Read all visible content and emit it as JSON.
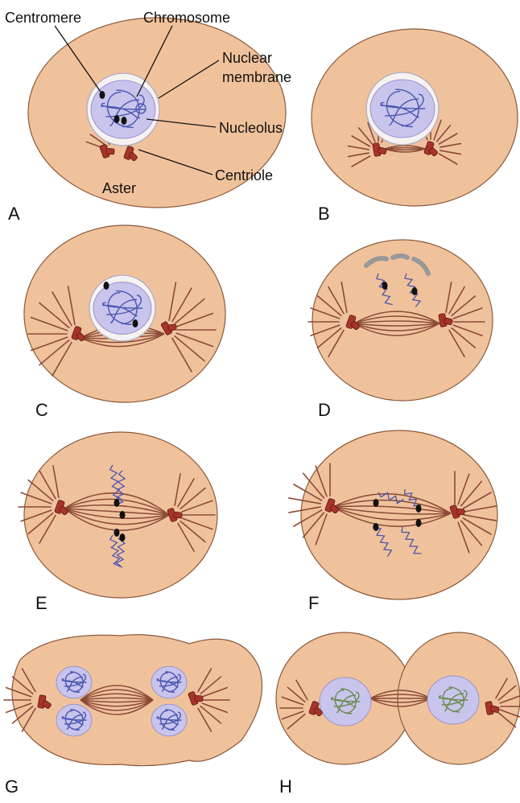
{
  "labels": {
    "centromere": "Centromere",
    "chromosome": "Chromosome",
    "nuclear_membrane_line1": "Nuclear",
    "nuclear_membrane_line2": "membrane",
    "nucleolus": "Nucleolus",
    "centriole": "Centriole",
    "aster": "Aster"
  },
  "panels": [
    "A",
    "B",
    "C",
    "D",
    "E",
    "F",
    "G",
    "H"
  ],
  "colors": {
    "cell_fill": "#f0c29c",
    "cell_stroke": "#8a5a3a",
    "spindle": "#8b4a36",
    "centriole": "#a83428",
    "chromatin": "#4a55b0",
    "nucleus_fill": "#c8c4ec",
    "chromatin_late": "#6a8a4a",
    "leader_line": "#111111"
  }
}
